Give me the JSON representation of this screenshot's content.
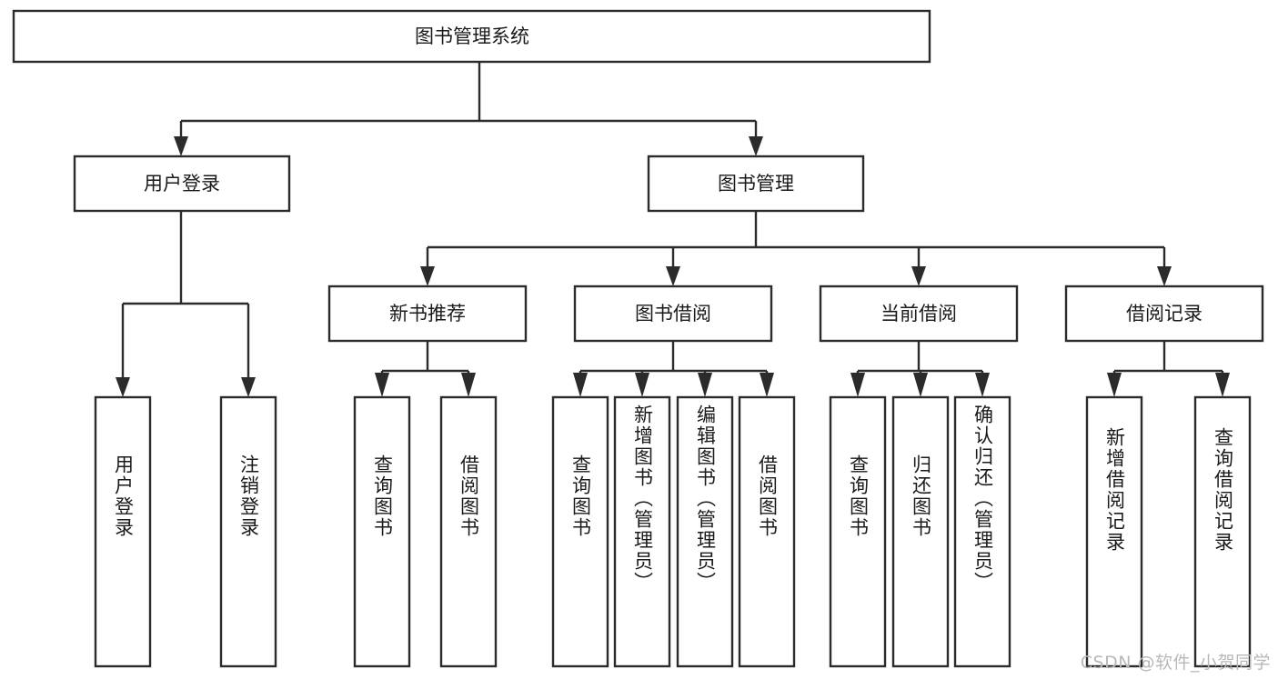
{
  "diagram": {
    "type": "tree-hierarchy",
    "title": "图书管理系统",
    "watermark": "CSDN @软件_小贺同学",
    "colors": {
      "stroke": "#2b2b2b",
      "box_fill": "#ffffff",
      "text": "#1a1a1a",
      "background": "#ffffff",
      "watermark": "#b8b8b8"
    },
    "levels": {
      "root": "图书管理系统",
      "level2": [
        "用户登录",
        "图书管理"
      ],
      "level3": [
        "新书推荐",
        "图书借阅",
        "当前借阅",
        "借阅记录"
      ]
    },
    "nodes": {
      "root": {
        "label": "图书管理系统"
      },
      "user_login": {
        "label": "用户登录"
      },
      "book_manage": {
        "label": "图书管理"
      },
      "new_book_rec": {
        "label": "新书推荐"
      },
      "book_borrow": {
        "label": "图书借阅"
      },
      "current_borrow": {
        "label": "当前借阅"
      },
      "borrow_record": {
        "label": "借阅记录"
      }
    },
    "leaves": {
      "user_login": [
        {
          "label": "用户登录"
        },
        {
          "label": "注销登录"
        }
      ],
      "new_book_rec": [
        {
          "label": "查询图书"
        },
        {
          "label": "借阅图书"
        }
      ],
      "book_borrow": [
        {
          "label": "查询图书"
        },
        {
          "label": "新增图书（管理员）"
        },
        {
          "label": "编辑图书（管理员）"
        },
        {
          "label": "借阅图书"
        }
      ],
      "current_borrow": [
        {
          "label": "查询图书"
        },
        {
          "label": "归还图书"
        },
        {
          "label": "确认归还（管理员）"
        }
      ],
      "borrow_record": [
        {
          "label": "新增借阅记录"
        },
        {
          "label": "查询借阅记录"
        }
      ]
    }
  }
}
